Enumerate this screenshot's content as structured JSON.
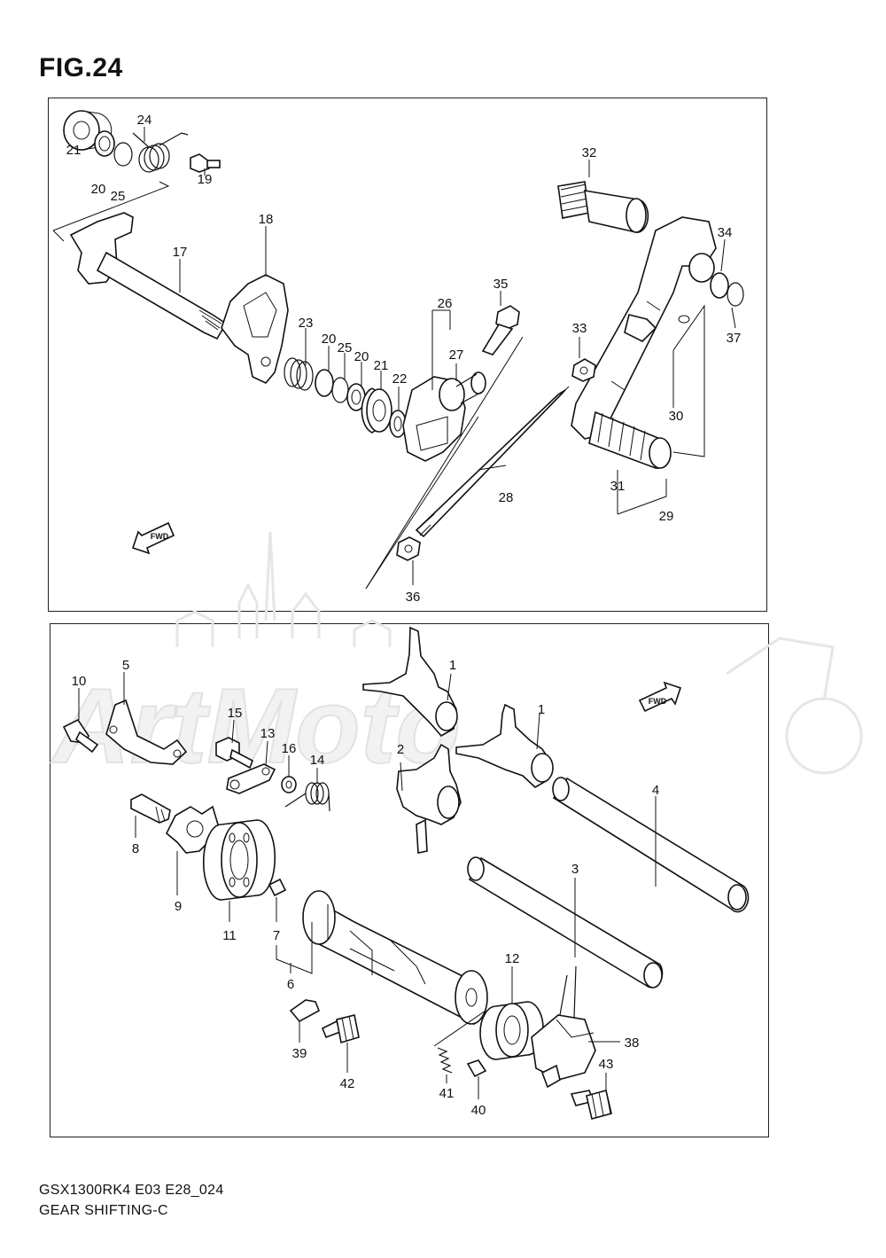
{
  "figure": {
    "title": "FIG.24"
  },
  "footer": {
    "model_code": "GSX1300RK4 E03 E28_024",
    "diagram_name": "GEAR SHIFTING-C"
  },
  "watermark": {
    "text": "ArtMoto"
  },
  "direction_marker": {
    "text": "FWD"
  },
  "callouts_top": [
    "24",
    "21",
    "20",
    "25",
    "19",
    "32",
    "17",
    "18",
    "35",
    "26",
    "34",
    "33",
    "23",
    "20",
    "25",
    "20",
    "21",
    "22",
    "27",
    "37",
    "30",
    "28",
    "31",
    "29",
    "36"
  ],
  "callouts_bottom": [
    "10",
    "5",
    "1",
    "1",
    "15",
    "13",
    "16",
    "14",
    "2",
    "4",
    "8",
    "9",
    "3",
    "11",
    "7",
    "6",
    "12",
    "38",
    "39",
    "42",
    "41",
    "40",
    "43"
  ],
  "colors": {
    "line": "#111111",
    "watermark": "#e6e6e6",
    "background": "#ffffff"
  }
}
